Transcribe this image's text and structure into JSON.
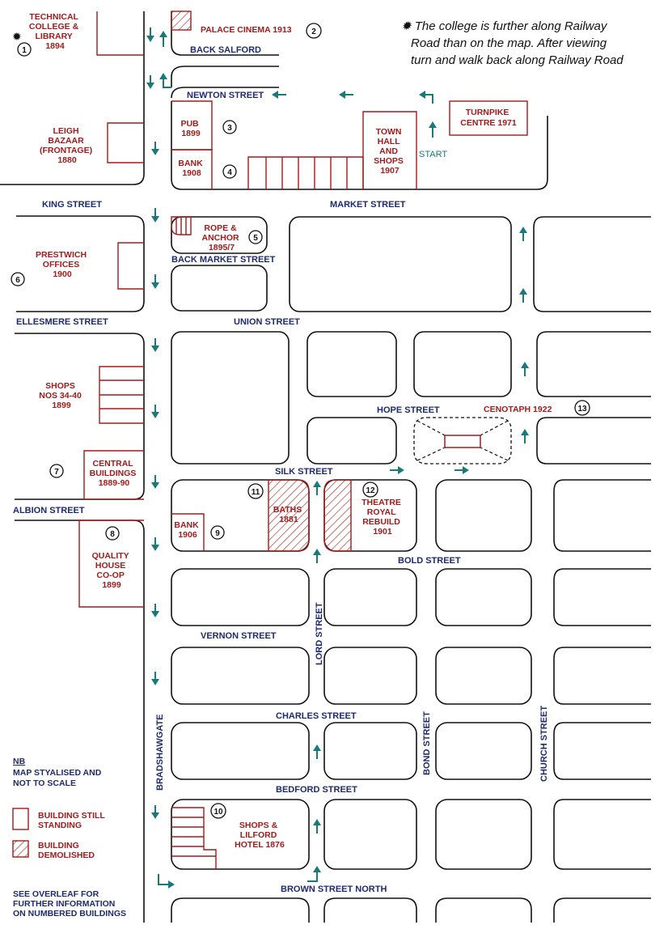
{
  "note": [
    "✹ The college is further along Railway",
    "Road than on the map.  After viewing",
    "turn and walk back along Railway Road"
  ],
  "streets": {
    "back_salford": "BACK SALFORD",
    "newton": "NEWTON STREET",
    "king": "KING STREET",
    "market": "MARKET STREET",
    "back_market": "BACK MARKET STREET",
    "ellesmere": "ELLESMERE STREET",
    "union": "UNION STREET",
    "hope": "HOPE STREET",
    "silk": "SILK STREET",
    "albion": "ALBION STREET",
    "bold": "BOLD STREET",
    "vernon": "VERNON STREET",
    "lord": "LORD STREET",
    "charles": "CHARLES STREET",
    "bond": "BOND STREET",
    "church": "CHURCH STREET",
    "bradshawgate": "BRADSHAWGATE",
    "bedford": "BEDFORD STREET",
    "brown_north": "BROWN STREET NORTH"
  },
  "buildings": {
    "technical": [
      "TECHNICAL",
      "COLLEGE &",
      "LIBRARY",
      "1894"
    ],
    "palace": [
      "PALACE CINEMA 1913"
    ],
    "pub": [
      "PUB",
      "1899"
    ],
    "bank1": [
      "BANK",
      "1908"
    ],
    "town_hall": [
      "TOWN",
      "HALL",
      "AND",
      "SHOPS",
      "1907"
    ],
    "turnpike": [
      "TURNPIKE",
      "CENTRE 1971"
    ],
    "bazaar": [
      "LEIGH",
      "BAZAAR",
      "(FRONTAGE)",
      "1880"
    ],
    "rope": [
      "ROPE &",
      "ANCHOR",
      "1895/7"
    ],
    "prestwich": [
      "PRESTWICH",
      "OFFICES",
      "1900"
    ],
    "shops34": [
      "SHOPS",
      "NOS 34-40",
      "1899"
    ],
    "cenotaph": [
      "CENOTAPH 1922"
    ],
    "central": [
      "CENTRAL",
      "BUILDINGS",
      "1889-90"
    ],
    "baths": [
      "BATHS",
      "1881"
    ],
    "theatre": [
      "THEATRE",
      "ROYAL",
      "REBUILD",
      "1901"
    ],
    "bank2": [
      "BANK",
      "1906"
    ],
    "quality": [
      "QUALITY",
      "HOUSE",
      "CO-OP",
      "1899"
    ],
    "lilford": [
      "SHOPS &",
      "LILFORD",
      "HOTEL 1876"
    ]
  },
  "numbers": {
    "n1": "1",
    "n2": "2",
    "n3": "3",
    "n4": "4",
    "n5": "5",
    "n6": "6",
    "n7": "7",
    "n8": "8",
    "n9": "9",
    "n10": "10",
    "n11": "11",
    "n12": "12",
    "n13": "13"
  },
  "college_marker": "✹",
  "start_label": "START",
  "legend": {
    "nb_title": "NB",
    "nb_lines": [
      "MAP STYALISED AND",
      "NOT TO SCALE"
    ],
    "standing": [
      "BUILDING STILL",
      "STANDING"
    ],
    "demolished": [
      "BUILDING",
      "DEMOLISHED"
    ],
    "overleaf": [
      "SEE OVERLEAF FOR",
      "FURTHER INFORMATION",
      "ON NUMBERED BUILDINGS"
    ]
  },
  "colors": {
    "street_text": "#1e2b6e",
    "building": "#a31b1b",
    "arrow": "#1a7a7a",
    "outline": "#111111"
  }
}
